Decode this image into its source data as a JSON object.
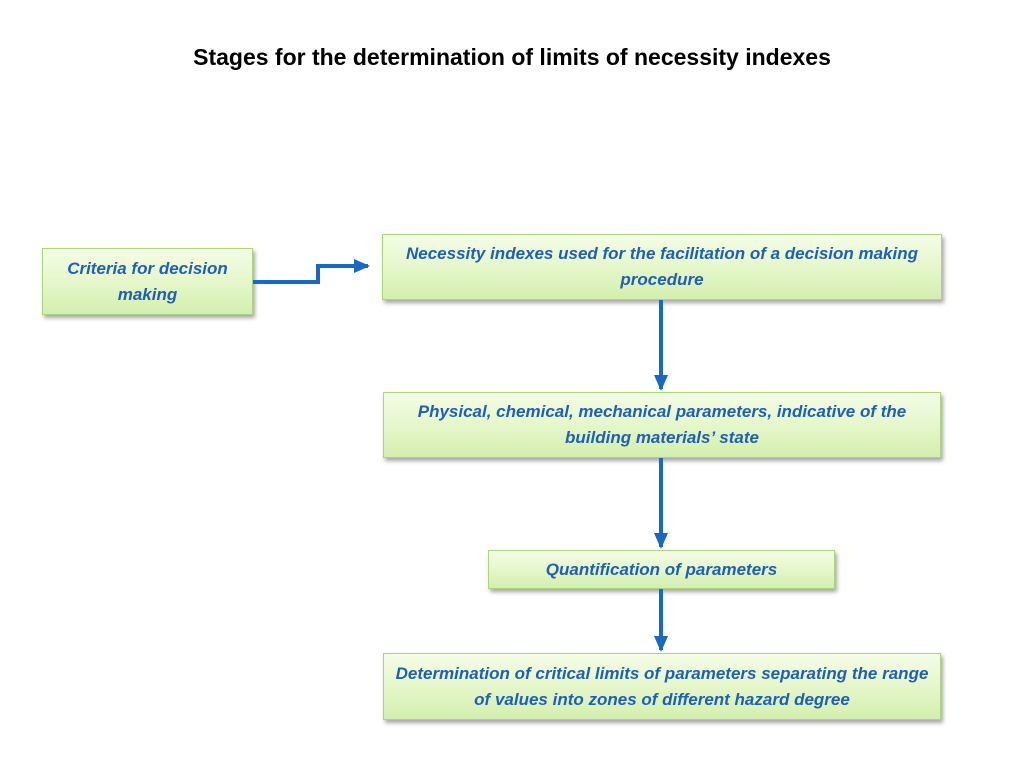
{
  "title": "Stages for the determination of limits of necessity indexes",
  "boxes": [
    {
      "text": "Criteria for decision making"
    },
    {
      "text": "Necessity indexes used for the facilitation of a decision making procedure"
    },
    {
      "text": "Physical, chemical, mechanical parameters, indicative of the building materials’ state"
    },
    {
      "text": "Quantification of parameters"
    },
    {
      "text": "Determination of critical limits of parameters separating the range of values into zones of different hazard degree"
    }
  ],
  "colors": {
    "text": "#1f5fb4",
    "arrow": "#1a68c0",
    "box_fill": "#e4f6c8",
    "box_border": "#a9d67c"
  }
}
